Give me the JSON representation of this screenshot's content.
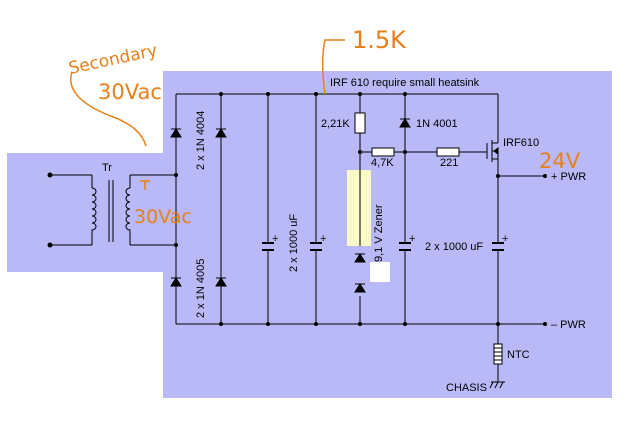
{
  "annotations": {
    "secondary": "Secondary",
    "secondary_voltage": "30Vac",
    "ac_voltage": "30Vac",
    "resistor_value": "1.5K",
    "output_voltage": "24V"
  },
  "labels": {
    "heatsink_note": "IRF 610 require small heatsink",
    "transformer": "Tr",
    "rect_top": "2 x 1N 4004",
    "rect_bottom": "2 x 1N 4005",
    "cap_input": "2 x 1000 uF",
    "r_top": "2,21K",
    "diode": "1N 4001",
    "r_47k": "4,7K",
    "r_221": "221",
    "mosfet": "IRF610",
    "zener": "9,1 V Zener",
    "cap_output": "2 x 1000 uF",
    "pwr_plus": "+ PWR",
    "pwr_minus": "– PWR",
    "ntc": "NTC",
    "chassis": "CHASIS"
  },
  "colors": {
    "panel": "#b9b9f7",
    "wire": "#000000",
    "handwriting": "#e8801a",
    "highlight": "#fbf9c6"
  }
}
